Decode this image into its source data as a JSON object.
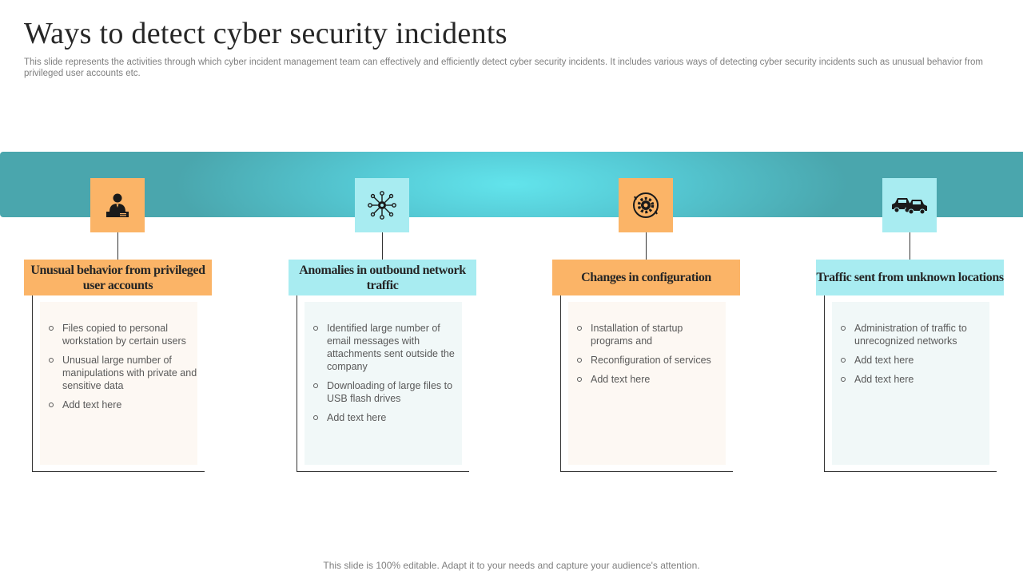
{
  "title": "Ways to detect cyber security incidents",
  "subtitle": "This slide represents the activities through which cyber incident management team can effectively and efficiently detect cyber  security incidents. It includes various ways of detecting cyber security incidents such as unusual behavior from privileged user accounts etc.",
  "colors": {
    "band": "#55c9d4",
    "orange": "#fbb467",
    "cyan": "#a8ecf1"
  },
  "columns": [
    {
      "icon": "user-at-desk-icon",
      "heading": "Unusual behavior from privileged user accounts",
      "items": [
        "Files copied to personal workstation by certain users",
        "Unusual large number of manipulations with private and sensitive data",
        "Add text here"
      ]
    },
    {
      "icon": "network-nodes-icon",
      "heading": "Anomalies in outbound network traffic",
      "items": [
        "Identified large number of email messages with attachments sent outside the company",
        "Downloading of large files to USB flash drives",
        "Add text here"
      ]
    },
    {
      "icon": "gear-cycle-icon",
      "heading": "Changes in configuration",
      "items": [
        "Installation of startup programs and",
        "Reconfiguration of services",
        "Add text here"
      ]
    },
    {
      "icon": "cars-icon",
      "heading": "Traffic sent from unknown locations",
      "items": [
        "Administration of traffic to unrecognized networks",
        "Add text here",
        "Add text here"
      ]
    }
  ],
  "footer": "This slide is 100% editable. Adapt it to your needs and capture your audience's attention."
}
